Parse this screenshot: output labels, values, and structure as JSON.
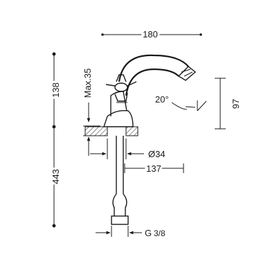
{
  "dimensions": {
    "width": "180",
    "total_height": "443",
    "body_height": "138",
    "max_thickness": "Max.35",
    "spout_angle": "20°",
    "spout_outlet_height": "97",
    "hole_diameter": "Ø34",
    "spout_reach": "137",
    "thread_prefix": "G",
    "thread_fraction": "3/8"
  }
}
